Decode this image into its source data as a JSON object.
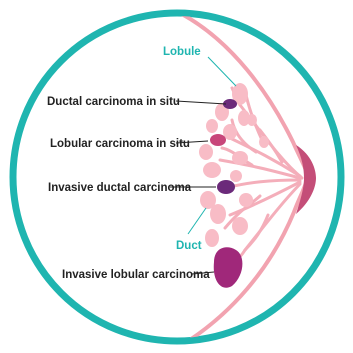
{
  "colors": {
    "ring": "#1fb5b0",
    "outline": "#f2a3b0",
    "tissue": "#f8bcc6",
    "dark_pink": "#c8467a",
    "nipple": "#c44e78",
    "tumor": "#a0287a",
    "purple": "#6b2a7a",
    "text": "#222222"
  },
  "labels": {
    "lobule": "Lobule",
    "dcis": "Ductal carcinoma in situ",
    "lcis": "Lobular carcinoma in situ",
    "idc": "Invasive ductal carcinoma",
    "duct": "Duct",
    "ilc": "Invasive lobular carcinoma"
  }
}
